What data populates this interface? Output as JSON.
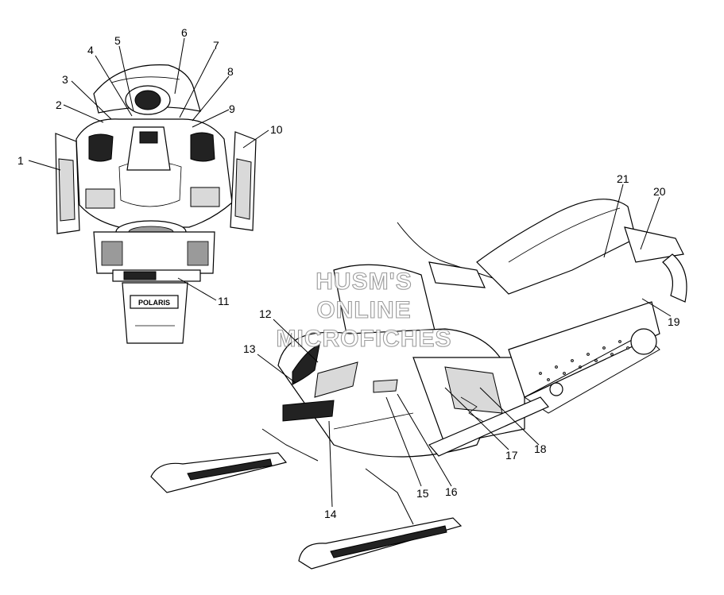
{
  "watermark": {
    "line1": "HUSM'S",
    "line2": "ONLINE",
    "line3": "MICROFICHES"
  },
  "callouts": [
    {
      "id": "1",
      "label": "1"
    },
    {
      "id": "2",
      "label": "2"
    },
    {
      "id": "3",
      "label": "3"
    },
    {
      "id": "4",
      "label": "4"
    },
    {
      "id": "5",
      "label": "5"
    },
    {
      "id": "6",
      "label": "6"
    },
    {
      "id": "7",
      "label": "7"
    },
    {
      "id": "8",
      "label": "8"
    },
    {
      "id": "9",
      "label": "9"
    },
    {
      "id": "10",
      "label": "10"
    },
    {
      "id": "11",
      "label": "11"
    },
    {
      "id": "12",
      "label": "12"
    },
    {
      "id": "13",
      "label": "13"
    },
    {
      "id": "14",
      "label": "14"
    },
    {
      "id": "15",
      "label": "15"
    },
    {
      "id": "16",
      "label": "16"
    },
    {
      "id": "17",
      "label": "17"
    },
    {
      "id": "18",
      "label": "18"
    },
    {
      "id": "19",
      "label": "19"
    },
    {
      "id": "20",
      "label": "20"
    },
    {
      "id": "21",
      "label": "21"
    }
  ],
  "emblem_text": "POLARIS",
  "colors": {
    "line": "#000000",
    "shade": "#d9d9d9",
    "watermark_outline": "#8a8a8a"
  }
}
